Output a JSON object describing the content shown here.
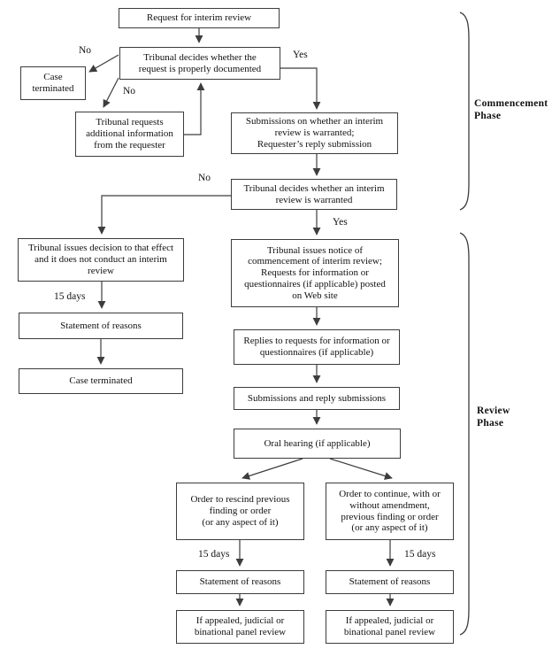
{
  "nodes": {
    "request": {
      "label": "Request for interim review"
    },
    "decides_documented": {
      "label": "Tribunal decides whether the\nrequest is properly documented"
    },
    "case_terminated_top": {
      "label": "Case\nterminated"
    },
    "requests_additional": {
      "label": "Tribunal requests\nadditional information\nfrom the requester"
    },
    "submissions_warranted": {
      "label": "Submissions on whether an interim\nreview is warranted;\nRequester’s reply submission"
    },
    "decides_warranted": {
      "label": "Tribunal decides whether an interim\nreview is warranted"
    },
    "issues_decision": {
      "label": "Tribunal issues decision to that effect\nand it does not conduct an interim\nreview"
    },
    "statement_reasons_left": {
      "label": "Statement of reasons"
    },
    "case_terminated_bottom": {
      "label": "Case terminated"
    },
    "issues_notice": {
      "label": "Tribunal issues notice of\ncommencement of interim review;\nRequests for information or\nquestionnaires (if applicable) posted\non Web site"
    },
    "replies_requests": {
      "label": "Replies to requests for information or\nquestionnaires (if applicable)"
    },
    "submissions_reply": {
      "label": "Submissions and reply submissions"
    },
    "oral_hearing": {
      "label": "Oral hearing (if applicable)"
    },
    "order_rescind": {
      "label": "Order to rescind previous\nfinding or order\n(or any aspect of it)"
    },
    "order_continue": {
      "label": "Order to continue, with or\nwithout amendment,\nprevious finding or order\n(or any aspect of it)"
    },
    "statement_reasons_rescind": {
      "label": "Statement of reasons"
    },
    "statement_reasons_continue": {
      "label": "Statement of reasons"
    },
    "appealed_rescind": {
      "label": "If appealed, judicial or\nbinational panel review"
    },
    "appealed_continue": {
      "label": "If appealed, judicial or\nbinational panel review"
    }
  },
  "edge_labels": {
    "no_documented": "No",
    "no_incomplete": "No",
    "yes_documented": "Yes",
    "no_warranted": "No",
    "yes_warranted": "Yes",
    "days_left": "15 days",
    "days_rescind": "15 days",
    "days_continue": "15 days"
  },
  "phases": {
    "commencement": "Commencement\nPhase",
    "review": "Review\nPhase"
  },
  "colors": {
    "line": "#3d3d3d",
    "text": "#111111",
    "background": "#ffffff"
  }
}
